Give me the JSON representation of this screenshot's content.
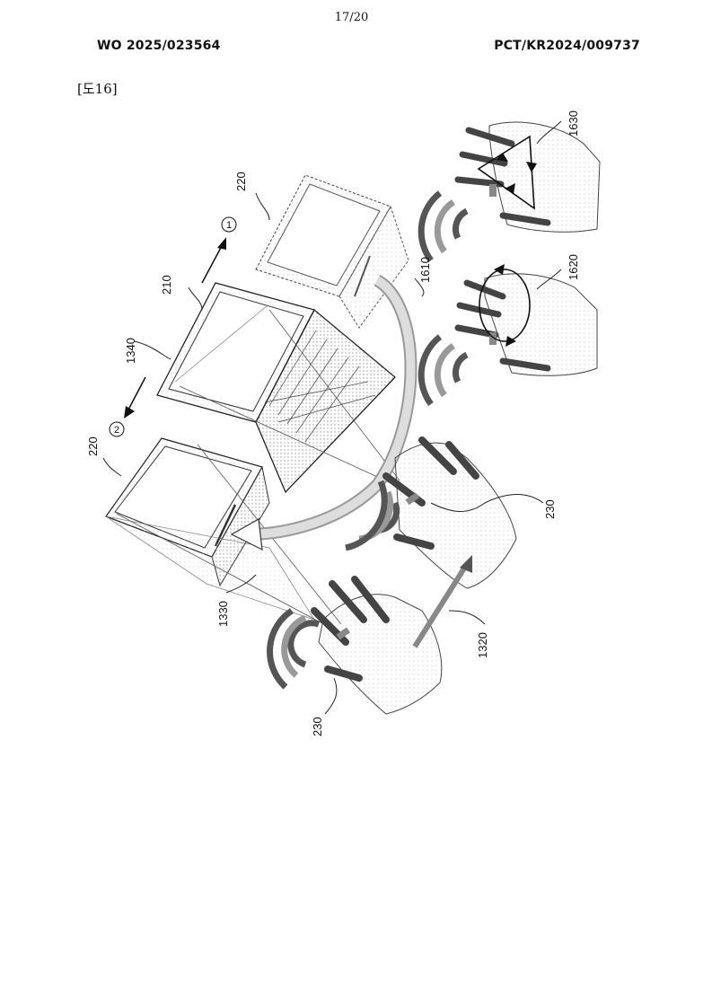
{
  "header": {
    "page_number": "17/20",
    "publication_number": "WO 2025/023564",
    "application_number": "PCT/KR2024/009737"
  },
  "figure": {
    "label": "[도16]",
    "reference_numerals": {
      "r220_top": "220",
      "r210": "210",
      "r1340": "1340",
      "r220_left": "220",
      "r1610": "1610",
      "r1630": "1630",
      "r1620": "1620",
      "r230_right": "230",
      "r1330": "1330",
      "r1320": "1320",
      "r230_bottom": "230"
    },
    "direction_markers": {
      "one": "1",
      "two": "2"
    }
  }
}
